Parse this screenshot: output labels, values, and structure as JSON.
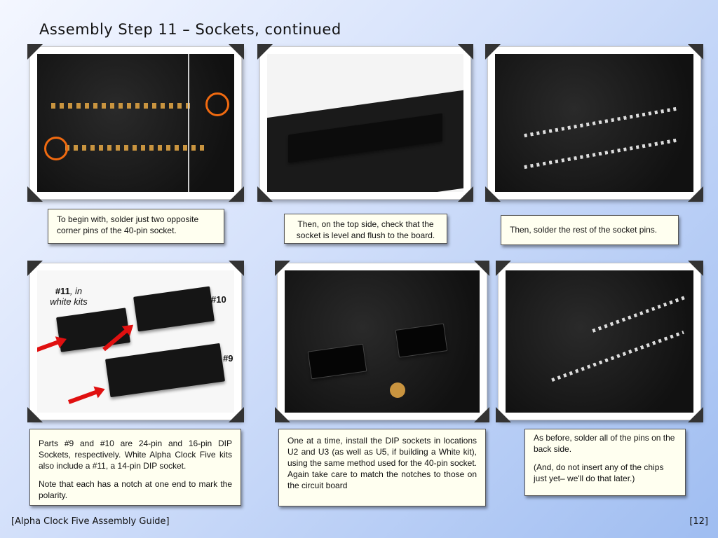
{
  "title": "Assembly Step 11 – Sockets, continued",
  "steps": [
    {
      "caption": [
        "To begin with, solder just two opposite corner pins of the 40-pin socket."
      ]
    },
    {
      "caption": [
        "Then, on the top side, check that the socket is level and flush to the board."
      ]
    },
    {
      "caption": [
        "Then, solder the rest of the socket pins."
      ]
    },
    {
      "photo_labels": {
        "p11": "#11",
        "p11_note": ", in white kits",
        "p10": "#10",
        "p9": "#9"
      },
      "caption": [
        "Parts #9 and #10 are 24-pin and 16-pin DIP Sockets, respectively.  White Alpha Clock Five kits also include a #11, a 14-pin DIP socket.",
        "Note that each has a notch at one end to mark the polarity."
      ]
    },
    {
      "caption": [
        "One at a time, install the DIP sockets in locations U2 and U3 (as well as U5, if building a White kit), using the same method used for the 40-pin socket.  Again take care to match the notches to those on the circuit board"
      ]
    },
    {
      "caption": [
        "As before, solder all of the pins on the back side.",
        "(And, do not insert any of the chips just yet– we'll do that later.)"
      ]
    }
  ],
  "footer": {
    "guide": "[Alpha Clock Five Assembly Guide]",
    "page": "[12]"
  }
}
